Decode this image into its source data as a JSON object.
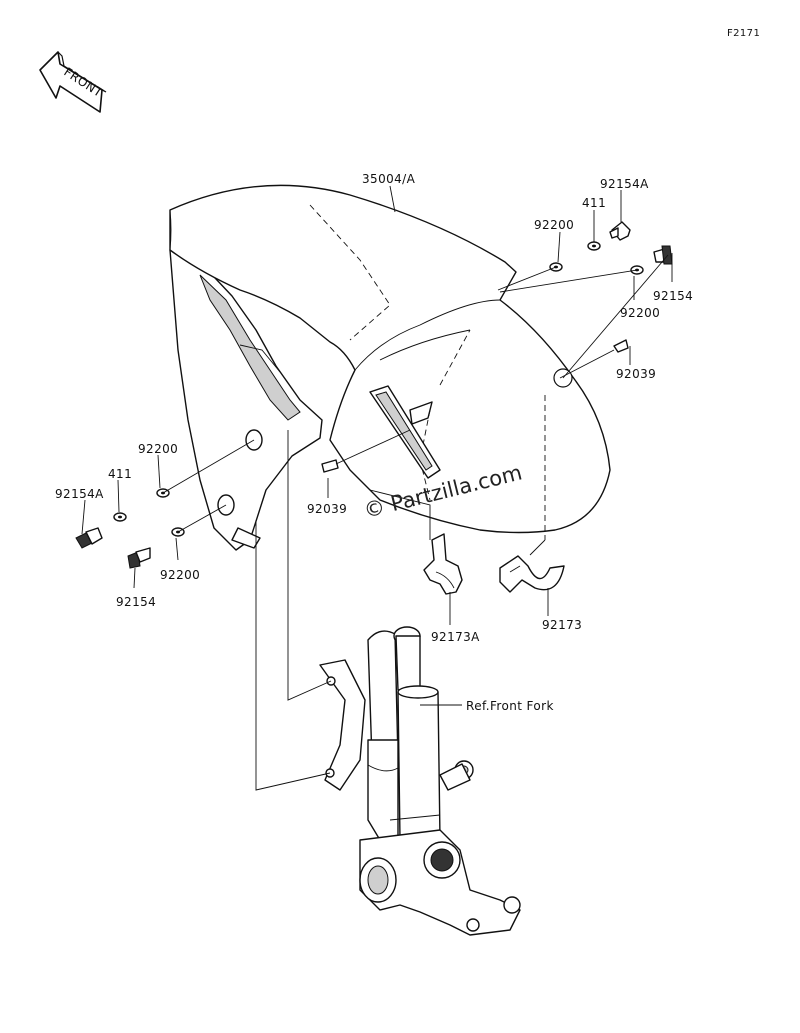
{
  "figure_code": "F2171",
  "front_label": "FRONT",
  "watermark": "© Partzilla.com",
  "parts": {
    "fender": "35004/A",
    "bolt_a_right": "92154A",
    "collar_right": "411",
    "washer_right": "92200",
    "bolt_right": "92154",
    "washer_right_2": "92200",
    "rivet_right": "92039",
    "washer_left": "92200",
    "collar_left": "411",
    "bolt_a_left": "92154A",
    "bolt_left": "92154",
    "washer_left_2": "92200",
    "rivet_left": "92039",
    "clamp_a": "92173A",
    "clamp": "92173",
    "fork_ref": "Ref.Front Fork"
  }
}
